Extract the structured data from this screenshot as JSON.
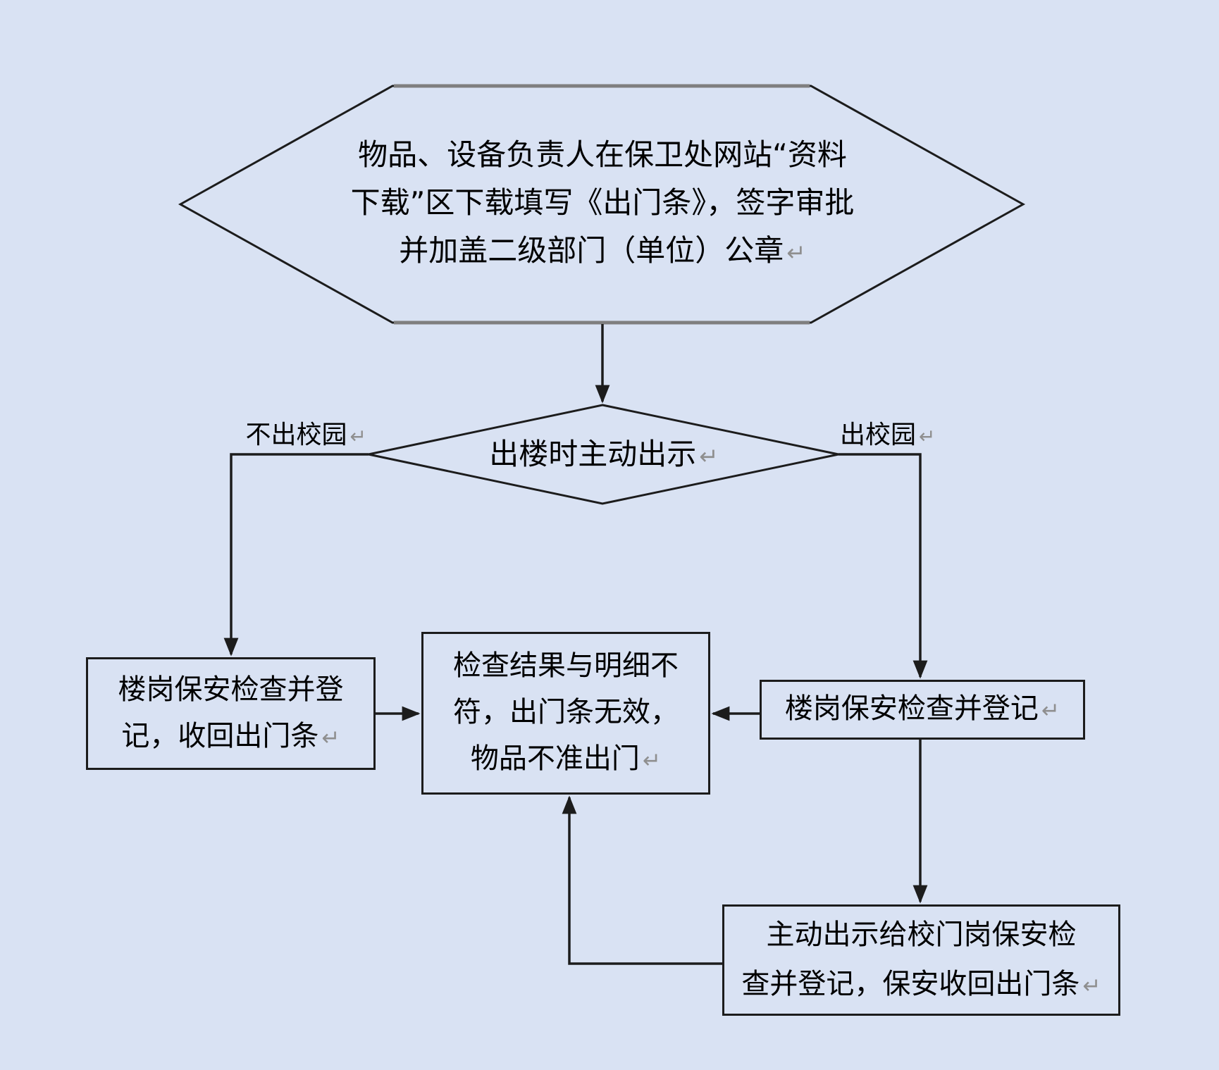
{
  "colors": {
    "background": "#d9e2f3",
    "line": "#1c1c1c",
    "hexagon_edge_accent": "#7f7f7f",
    "return_mark_color": "#8f8f8f"
  },
  "marks": {
    "return": "↵"
  },
  "flowchart": {
    "start_hexagon": {
      "lines": [
        "物品、设备负责人在保卫处网站“资料",
        "下载”区下载填写《出门条》，签字审批",
        "并加盖二级部门（单位）公章"
      ]
    },
    "decision_diamond": {
      "text": "出楼时主动出示"
    },
    "branch_labels": {
      "no_exit": "不出校园",
      "exit": "出校园"
    },
    "building_guard_collect_box": {
      "lines": [
        "楼岗保安检查并登",
        "记，收回出门条"
      ]
    },
    "invalid_result_box": {
      "lines": [
        "检查结果与明细不",
        "符，出门条无效，",
        "物品不准出门"
      ]
    },
    "building_guard_register_box": {
      "text": "楼岗保安检查并登记"
    },
    "gate_guard_box": {
      "lines": [
        "主动出示给校门岗保安检",
        "查并登记，保安收回出门条"
      ]
    }
  }
}
